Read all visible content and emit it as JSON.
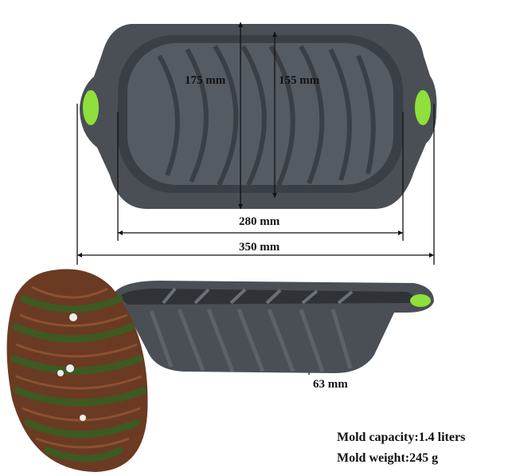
{
  "dimensions": {
    "inner_width_top": "175 mm",
    "inner_width_bottom": "155 mm",
    "inner_length": "280 mm",
    "overall_length": "350 mm",
    "depth": "63 mm"
  },
  "specs": {
    "capacity": "Mold capacity:1.4 liters",
    "weight": "Mold weight:245 g"
  },
  "colors": {
    "mold": "#4a4f55",
    "mold_dark": "#2f3338",
    "handle_accent": "#8fe03a",
    "cake": "#6b3a22",
    "glaze": "#3d5a22"
  }
}
